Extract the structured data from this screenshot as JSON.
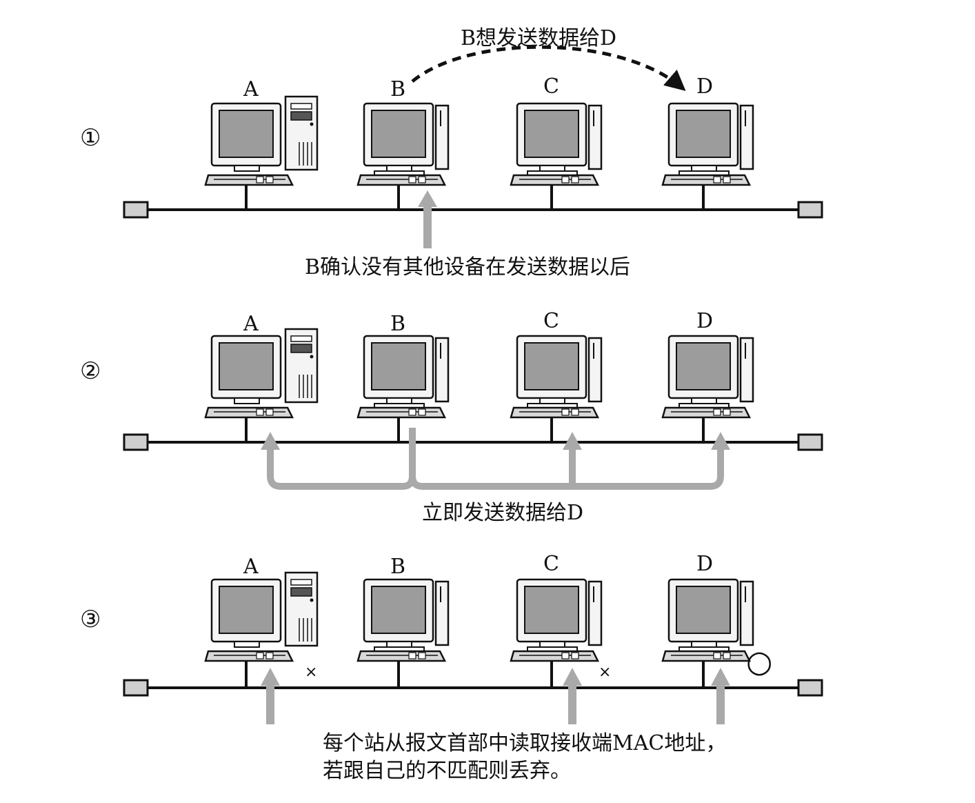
{
  "steps": [
    {
      "marker": "①",
      "computers": [
        "A",
        "B",
        "C",
        "D"
      ],
      "top_caption": "B想发送数据给D",
      "bottom_caption": "B确认没有其他设备在发送数据以后"
    },
    {
      "marker": "②",
      "computers": [
        "A",
        "B",
        "C",
        "D"
      ],
      "bottom_caption": "立即发送数据给D"
    },
    {
      "marker": "③",
      "computers": [
        "A",
        "B",
        "C",
        "D"
      ],
      "reject_marks": [
        "×",
        "×"
      ],
      "accept_mark": "○",
      "bottom_caption_lines": [
        "每个站从报文首部中读取接收端MAC地址，",
        "若跟自己的不匹配则丢弃。"
      ]
    }
  ],
  "colors": {
    "line": "#111111",
    "arrow_gray": "#a9a9a9",
    "screen_gray": "#9c9c9c",
    "terminator": "#cfcfcf"
  }
}
